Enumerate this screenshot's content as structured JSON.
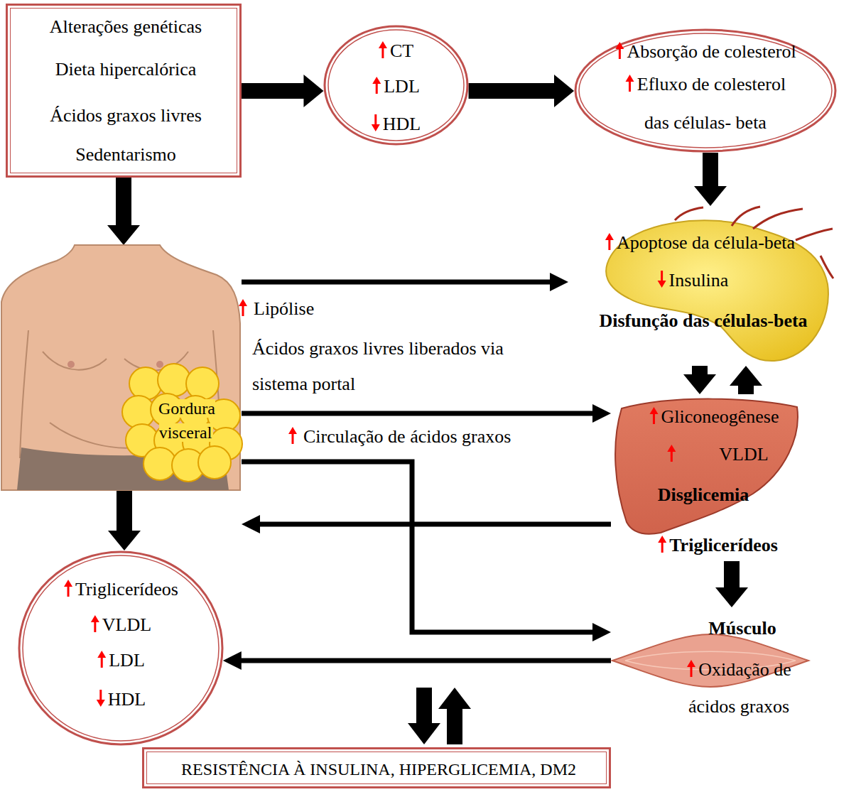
{
  "diagram": {
    "nodes": [
      {
        "text": [
          "Alterações genéticas",
          "Dieta hipercalórica",
          "Ácidos graxos livres",
          "Sedentarismo"
        ]
      },
      {
        "text": [
          "CT",
          "LDL",
          "HDL"
        ]
      },
      {
        "text": [
          "Absorção de colesterol",
          "Efluxo de colesterol das células- beta"
        ]
      },
      {
        "text": [
          "Apoptose da célula-beta",
          "Insulina",
          "Disfunção das células-beta"
        ]
      },
      {
        "text": [
          "Gordura visceral"
        ]
      },
      {
        "text": [
          "Gliconeogênese",
          "VLDL",
          "Disglicemia",
          "Triglicerídeos"
        ]
      },
      {
        "text": [
          "Músculo",
          "Oxidação de ácidos graxos"
        ]
      },
      {
        "text": [
          "Triglicerídeos",
          "VLDL",
          "LDL",
          "HDL"
        ]
      },
      {
        "text": [
          "RESISTÊNCIA À INSULINA, HIPERGLICEMIA, DM2"
        ]
      }
    ],
    "edges": [
      {
        "from": 0,
        "to": 1,
        "arrow": "to"
      },
      {
        "from": 1,
        "to": 2,
        "arrow": "to"
      },
      {
        "from": 2,
        "to": 3,
        "arrow": "to"
      },
      {
        "from": 0,
        "to": 4,
        "arrow": "to"
      },
      {
        "from": 4,
        "to": 3,
        "label": "Lipólise",
        "arrow": "to"
      },
      {
        "from": 4,
        "to": 5,
        "label": "Ácidos graxos livres liberados via sistema portal",
        "arrow": "to"
      },
      {
        "from": 4,
        "to": 6,
        "label": "Circulação de ácidos graxos",
        "arrow": "to"
      },
      {
        "from": 3,
        "to": 5,
        "arrow": "to"
      },
      {
        "from": 5,
        "to": 3,
        "arrow": "to"
      },
      {
        "from": 5,
        "to": 4,
        "arrow": "to"
      },
      {
        "from": 5,
        "to": 6,
        "arrow": "to"
      },
      {
        "from": 4,
        "to": 7,
        "arrow": "to"
      },
      {
        "from": 6,
        "to": 7,
        "arrow": "to"
      }
    ]
  }
}
